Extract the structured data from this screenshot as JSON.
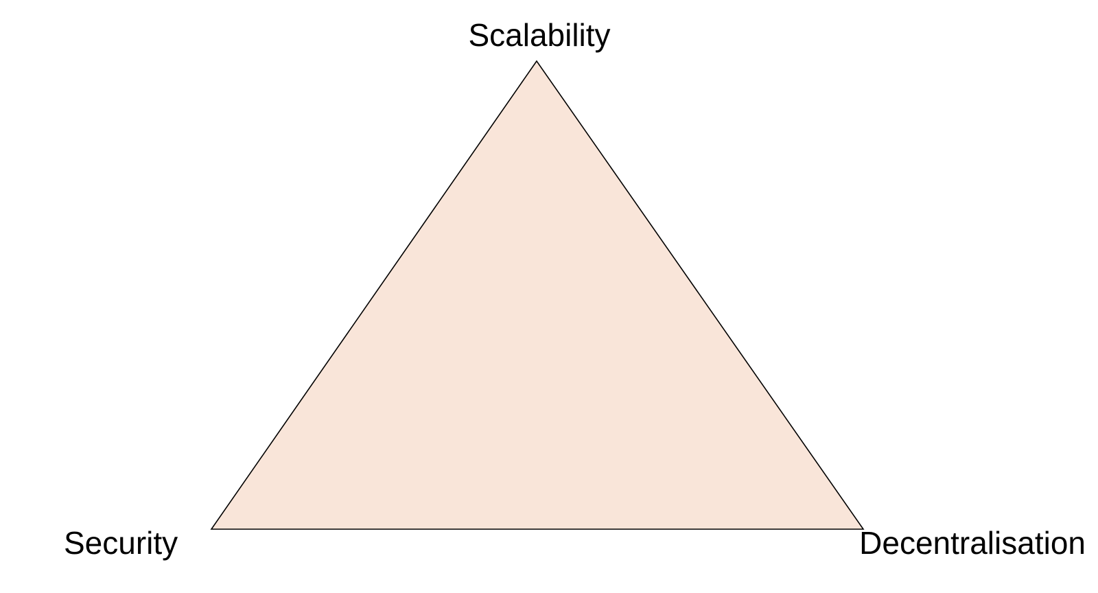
{
  "diagram": {
    "labels": {
      "top": "Scalability",
      "left": "Security",
      "right": "Decentralisation"
    },
    "colors": {
      "triangle_fill": "#F9E5D9",
      "triangle_stroke": "#000000",
      "text": "#000000",
      "background": "#FFFFFF"
    }
  }
}
